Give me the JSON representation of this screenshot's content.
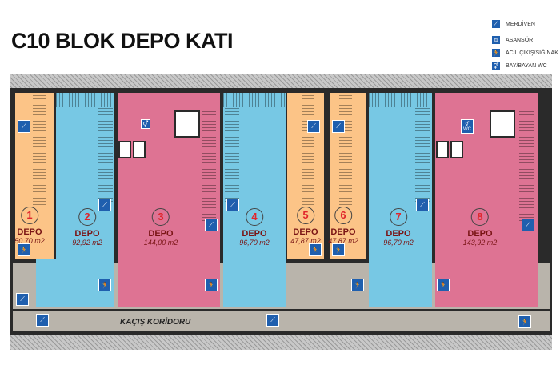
{
  "title": "C10 BLOK DEPO KATI",
  "legend": [
    {
      "icon": "stairs-icon",
      "label": "MERDİVEN"
    },
    {
      "icon": "elevator-icon",
      "label": "ASANSÖR"
    },
    {
      "icon": "emergency-exit-icon",
      "label": "ACİL ÇIKIŞ/SIĞINAK"
    },
    {
      "icon": "wc-icon",
      "label": "BAY/BAYAN WC"
    }
  ],
  "units": [
    {
      "number": "1",
      "label": "DEPO",
      "area": "50,70 m2"
    },
    {
      "number": "2",
      "label": "DEPO",
      "area": "92,92 m2"
    },
    {
      "number": "3",
      "label": "DEPO",
      "area": "144,00 m2"
    },
    {
      "number": "4",
      "label": "DEPO",
      "area": "96,70 m2"
    },
    {
      "number": "5",
      "label": "DEPO",
      "area": "47,87 m2"
    },
    {
      "number": "6",
      "label": "DEPO",
      "area": "47,87 m2"
    },
    {
      "number": "7",
      "label": "DEPO",
      "area": "96,70 m2"
    },
    {
      "number": "8",
      "label": "DEPO",
      "area": "143,92 m2"
    }
  ],
  "corridor": "KAÇIŞ KORİDORU",
  "wc_label": "WC",
  "colors": {
    "orange": "#fcc487",
    "blue": "#77c8e4",
    "pink": "#de7393",
    "icon": "#1f5fae"
  }
}
